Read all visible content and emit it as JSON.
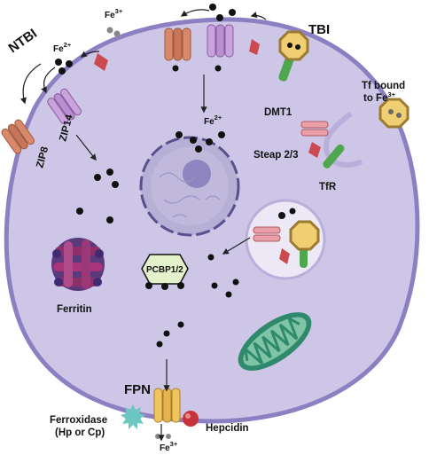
{
  "labels": {
    "ntbi": "NTBI",
    "tbi": "TBI",
    "fe3_top": "Fe",
    "fe3_top_sup": "3+",
    "fe2_left": "Fe",
    "fe2_left_sup": "2+",
    "fe2_center": "Fe",
    "fe2_center_sup": "2+",
    "zip8": "ZIP8",
    "zip14": "ZIP14",
    "dmt1": "DMT1",
    "steap": "Steap 2/3",
    "tfr": "TfR",
    "tf_bound_line1": "Tf bound",
    "tf_bound_line2": "to Fe",
    "tf_bound_sup": "3+",
    "pcbp": "PCBP1/2",
    "ferritin": "Ferritin",
    "fpn": "FPN",
    "ferroxidase_line1": "Ferroxidase",
    "ferroxidase_line2": "(Hp or Cp)",
    "hepcidin": "Hepcidin",
    "fe3_bottom": "Fe",
    "fe3_bottom_sup": "3+"
  },
  "colors": {
    "cell_fill": "#cdc6e6",
    "cell_border": "#8d80c2",
    "nucleus": "#b7b0d6",
    "nucleolus": "#8e84c0",
    "zip_orange": "#d9886a",
    "zip_purple": "#c9a3dc",
    "steap_red": "#cc4a4f",
    "tfr_green": "#4ea64e",
    "transferrin_yellow": "#f0cf73",
    "fpn_yellow": "#f2c45f",
    "ferritin_magenta": "#8e2f6a",
    "mitochondria_green": "#2f8a6d",
    "pcbp_green": "#e4f2cc",
    "hepcidin_red": "#c8333a",
    "ferroxidase_teal": "#6cc7c2"
  }
}
